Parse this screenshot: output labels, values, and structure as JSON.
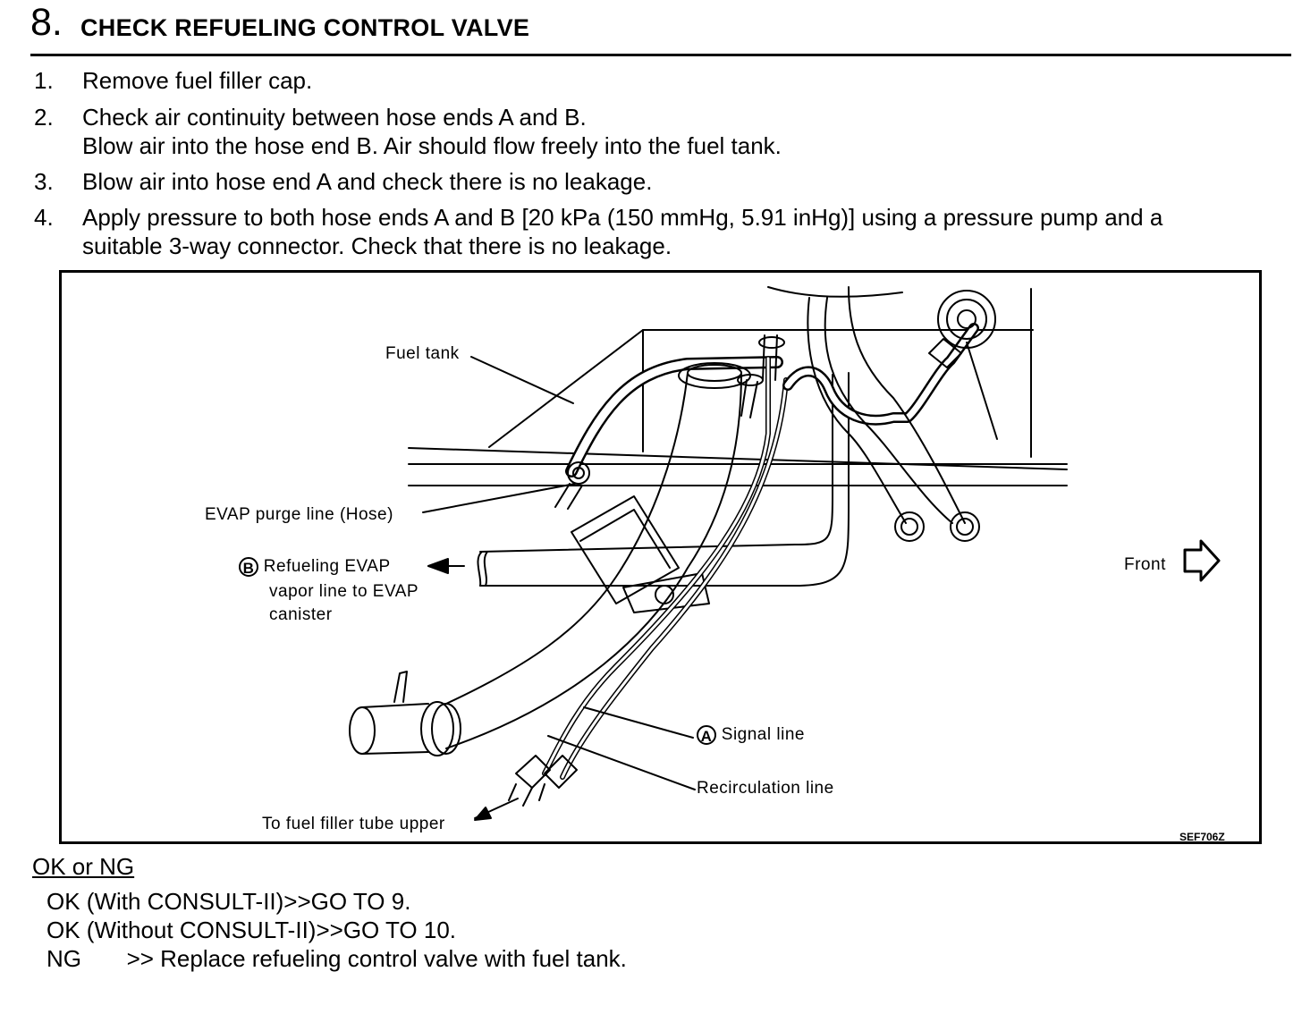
{
  "header": {
    "number": "8.",
    "title": "CHECK REFUELING CONTROL VALVE"
  },
  "steps": [
    {
      "num": "1.",
      "lines": [
        "Remove fuel filler cap."
      ]
    },
    {
      "num": "2.",
      "lines": [
        "Check air continuity between hose ends A and B.",
        "Blow air into the hose end B. Air should flow freely into the fuel tank."
      ]
    },
    {
      "num": "3.",
      "lines": [
        "Blow air into hose end A and check there is no leakage."
      ]
    },
    {
      "num": "4.",
      "lines": [
        "Apply pressure to both hose ends A and B [20 kPa (150 mmHg, 5.91 inHg)] using a pressure pump and a",
        "suitable 3-way connector. Check that there is no leakage."
      ]
    }
  ],
  "figure": {
    "labels": {
      "fuel_tank": "Fuel tank",
      "evap_purge": "EVAP purge line (Hose)",
      "refuel_evap_1": "Refueling EVAP",
      "refuel_evap_2": "vapor line to EVAP",
      "refuel_evap_3": "canister",
      "signal_line": "Signal line",
      "recirc_line": "Recirculation line",
      "to_filler": "To fuel filler tube upper",
      "front": "Front",
      "marker_a": "A",
      "marker_b": "B",
      "code": "SEF706Z"
    }
  },
  "result": {
    "title": "OK or NG",
    "lines": [
      "OK (With CONSULT-II)>>GO TO 9.",
      "OK (Without CONSULT-II)>>GO TO 10.",
      "NG       >> Replace refueling control valve with fuel tank."
    ]
  }
}
